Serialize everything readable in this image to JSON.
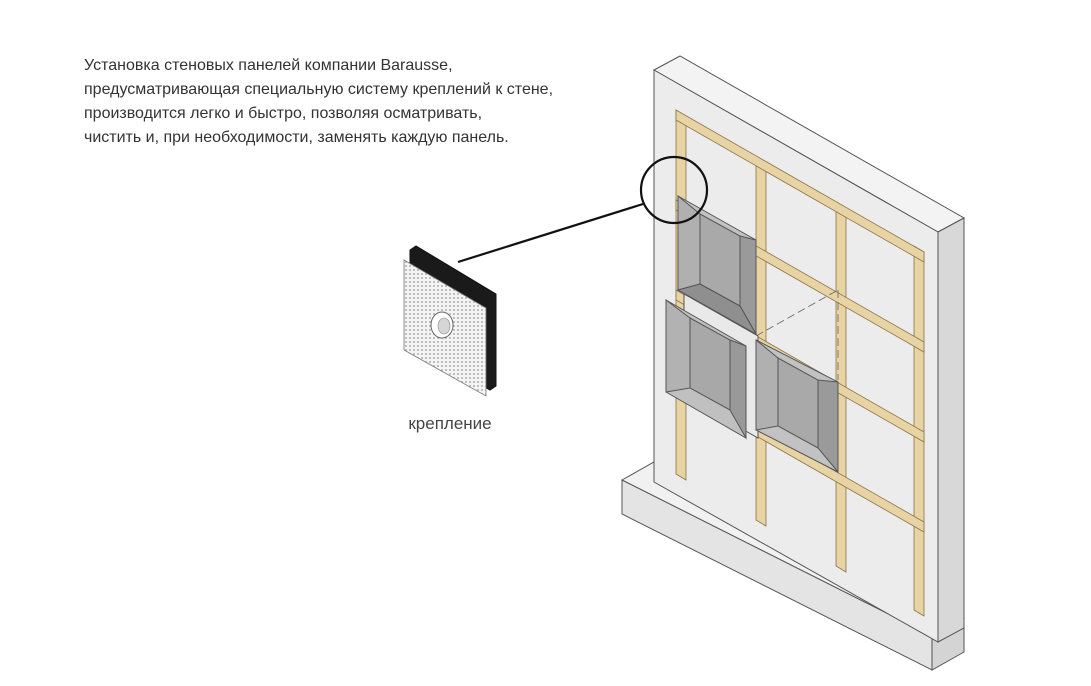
{
  "description": {
    "lines": [
      "Установка стеновых панелей компании Barausse,",
      "предусматривающая специальную систему креплений к стене,",
      "производится легко и быстро, позволяя осматривать,",
      "чистить и, при необходимости, заменять каждую панель."
    ]
  },
  "fastener": {
    "label": "крепление"
  },
  "colors": {
    "wall_face": "#ececec",
    "wall_side": "#d9d9d9",
    "batten": "#e8d3a4",
    "panel": "#b7b7b7",
    "panel_dark": "#9e9e9e",
    "outline": "#555555"
  },
  "icons": [
    "magnifier-circle",
    "fastener-plate",
    "wall-panel"
  ]
}
